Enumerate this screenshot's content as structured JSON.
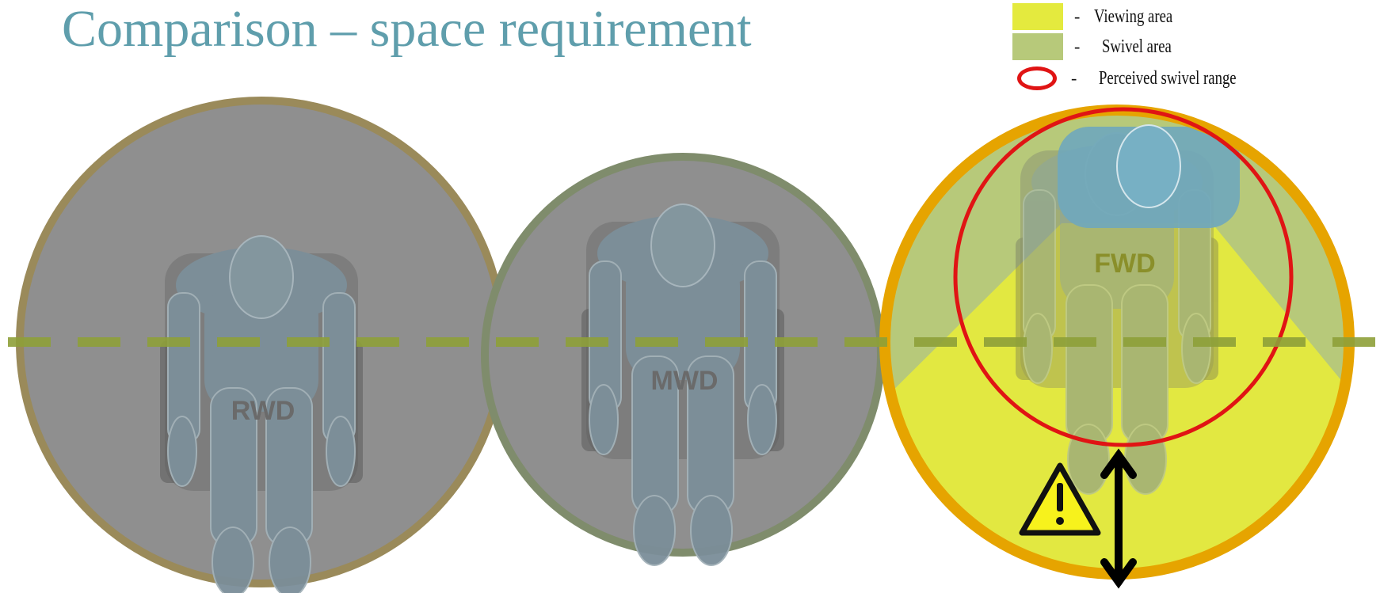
{
  "title": "Comparison – space requirement",
  "legend": {
    "viewing_area": "Viewing area",
    "swivel_area": "Swivel area",
    "perceived_swivel_range": "Perceived swivel range",
    "separator": "-"
  },
  "wheelchairs": {
    "rwd": "RWD",
    "mwd": "MWD",
    "fwd": "FWD"
  },
  "colors": {
    "title": "#5f9eac",
    "gray_disc": "#8f8f8f",
    "viewing_area": "#e4ea3e",
    "swivel_area": "#b7c97a",
    "swivel_ring": "#e01414",
    "highlight_rim": "#e6a400",
    "warning_fill": "#f7f21c",
    "axis_line": "#8ea039"
  },
  "icons": {
    "warning": "warning-triangle-icon",
    "arrow": "double-headed-arrow-icon"
  }
}
